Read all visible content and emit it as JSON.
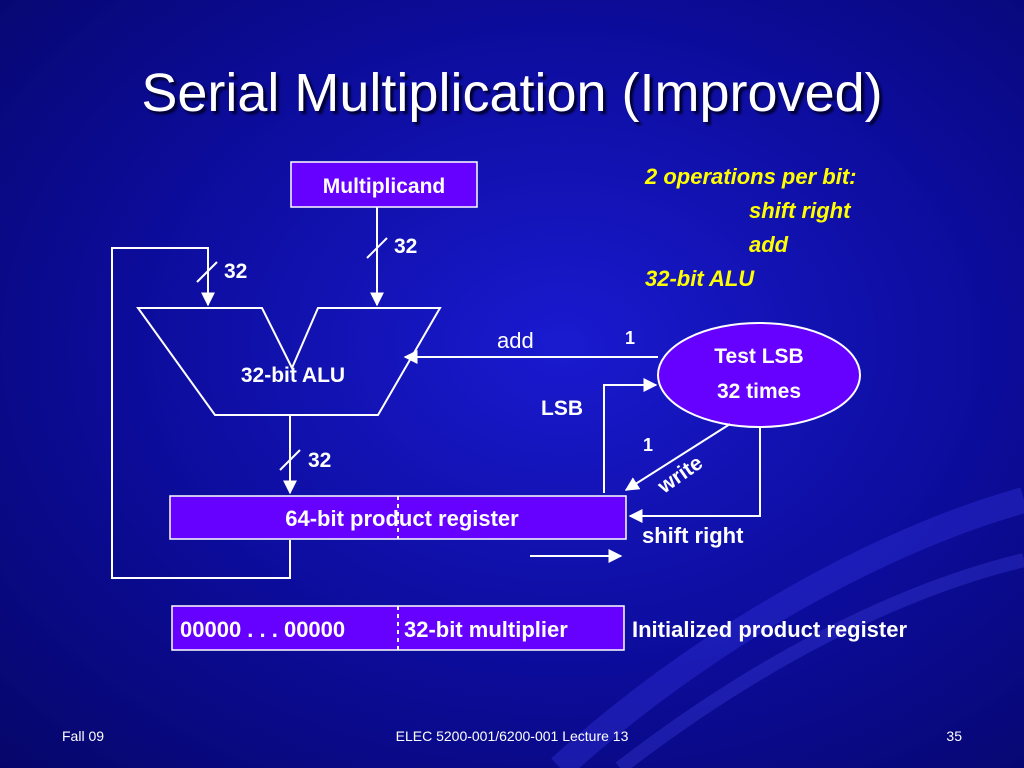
{
  "title": "Serial Multiplication (Improved)",
  "diagram": {
    "multiplicand": "Multiplicand",
    "bus_width_1": "32",
    "bus_width_2": "32",
    "bus_width_3": "32",
    "alu": "32-bit ALU",
    "add_label": "add",
    "one_label_1": "1",
    "one_label_2": "1",
    "lsb_label": "LSB",
    "control_line1": "Test LSB",
    "control_line2": "32 times",
    "write_label": "write",
    "product_register": "64-bit product register",
    "shift_right": "shift right",
    "init_zeros": "00000 . . . 00000",
    "init_multiplier": "32-bit multiplier",
    "init_caption": "Initialized product register"
  },
  "notes": {
    "line1": "2 operations per bit:",
    "line2": "shift right",
    "line3": "add",
    "line4": "32-bit ALU"
  },
  "footer": {
    "left": "Fall 09",
    "center": "ELEC 5200-001/6200-001 Lecture 13",
    "right": "35"
  },
  "colors": {
    "background": "#0c0c9a",
    "box_fill": "#6600ff",
    "notes_text": "#ffff00",
    "lines": "#ffffff"
  }
}
